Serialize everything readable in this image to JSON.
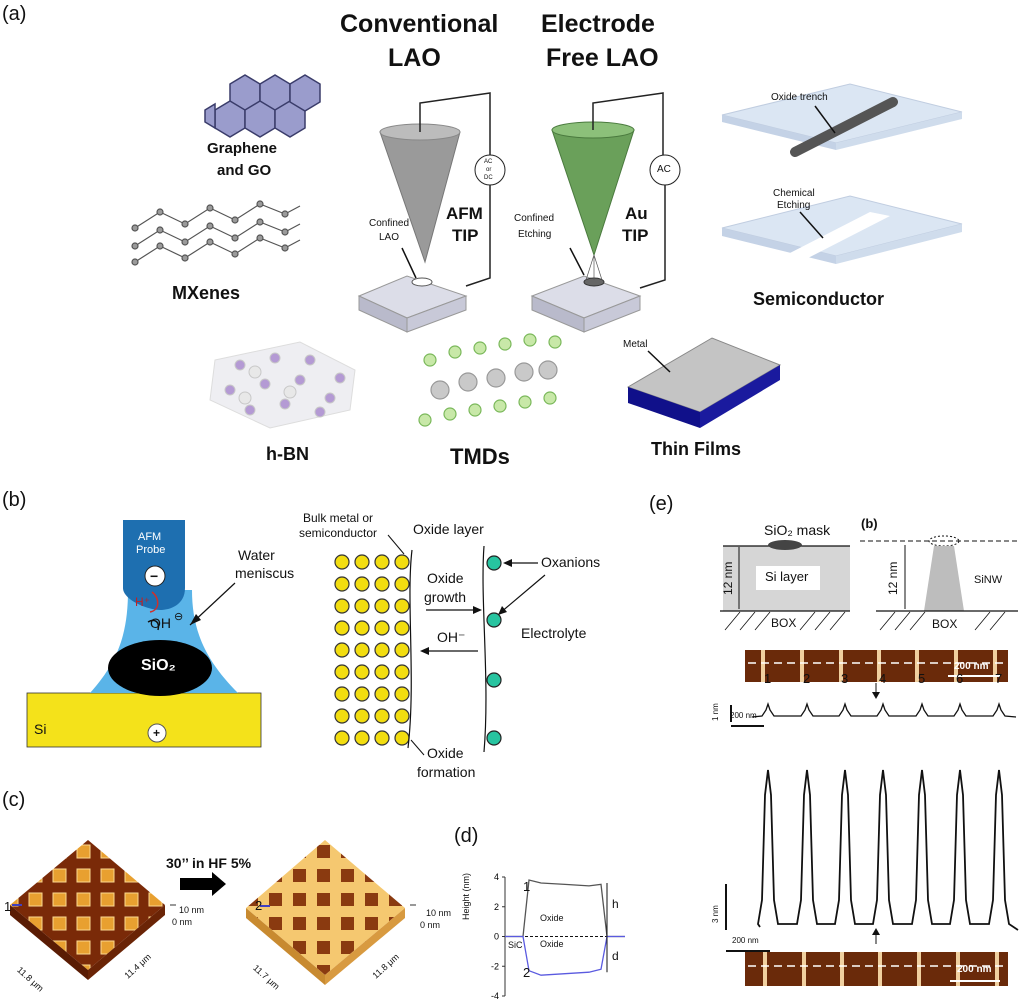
{
  "panels": {
    "a": {
      "letter": "(a)",
      "conventional_title_1": "Conventional",
      "conventional_title_2": "LAO",
      "electrode_title_1": "Electrode",
      "electrode_title_2": "Free LAO",
      "graphene_1": "Graphene",
      "graphene_2": "and GO",
      "mxenes": "MXenes",
      "hbn": "h-BN",
      "tmds": "TMDs",
      "thin_films": "Thin Films",
      "metal": "Metal",
      "semiconductor": "Semiconductor",
      "oxide_trench": "Oxide trench",
      "chemical_1": "Chemical",
      "chemical_2": "Etching",
      "confined_lao_1": "Confined",
      "confined_lao_2": "LAO",
      "afm_tip_1": "AFM",
      "afm_tip_2": "TIP",
      "confined_etch_1": "Confined",
      "confined_etch_2": "Etching",
      "au_tip_1": "Au",
      "au_tip_2": "TIP",
      "acdc_1": "AC",
      "acdc_2": "or",
      "acdc_3": "DC",
      "ac": "AC"
    },
    "b": {
      "letter": "(b)",
      "afm_1": "AFM",
      "afm_2": "Probe",
      "minus": "−",
      "water_1": "Water",
      "water_2": "meniscus",
      "h_plus": "H⁺",
      "oh": "OH",
      "oh_charge": "⊖",
      "sio2": "SiO₂",
      "si": "Si",
      "plus": "+",
      "bulk_1": "Bulk metal or",
      "bulk_2": "semiconductor",
      "oxide_layer": "Oxide layer",
      "oxanions": "Oxanions",
      "oxide_growth_1": "Oxide",
      "oxide_growth_2": "growth",
      "electrolyte": "Electrolyte",
      "oh_minus": "OH⁻",
      "oxide_formation_1": "Oxide",
      "oxide_formation_2": "formation"
    },
    "c": {
      "letter": "(c)",
      "treatment": "30’’ in HF 5%",
      "left_z_top": "10 nm",
      "left_z_bottom": "0 nm",
      "left_x": "11.8 μm",
      "left_y": "11.4 μm",
      "left_marker": "1",
      "right_z_top": "10 nm",
      "right_z_bottom": "0 nm",
      "right_x": "11.7 μm",
      "right_y": "11.8 μm",
      "right_marker": "2"
    },
    "d": {
      "letter": "(d)",
      "ylabel": "Height (nm)",
      "label_1": "1",
      "label_2": "2",
      "oxide_top": "Oxide",
      "oxide_bottom": "Oxide",
      "sic": "SiC",
      "h": "h",
      "d": "d"
    },
    "e": {
      "letter": "(e)",
      "inner_b": "(b)",
      "sio2_mask": "SiO₂ mask",
      "si_layer": "Si layer",
      "nm12_left": "12 nm",
      "nm12_right": "12 nm",
      "box_left": "BOX",
      "box_right": "BOX",
      "sinw": "SiNW",
      "scale_top": "200 nm",
      "scale_bottom": "200 nm",
      "profile_ylabel": "1 nm",
      "profile_xlabel": "200 nm",
      "peaks": [
        "1",
        "2",
        "3",
        "4",
        "5",
        "6",
        "7"
      ],
      "big_ylabel": "3 nm",
      "big_xlabel": "200 nm"
    }
  },
  "chart_data": {
    "type": "line",
    "ylabel": "Height (nm)",
    "ylim": [
      -4,
      4
    ],
    "yticks": [
      -4,
      -2,
      0,
      2,
      4
    ],
    "series": [
      {
        "name": "1",
        "x": [
          0,
          0.15,
          0.2,
          0.3,
          0.5,
          0.7,
          0.8,
          0.85,
          1.0
        ],
        "values": [
          0,
          0,
          3.8,
          3.6,
          3.5,
          3.4,
          3.5,
          0,
          0
        ]
      },
      {
        "name": "2",
        "x": [
          0,
          0.15,
          0.2,
          0.3,
          0.5,
          0.7,
          0.8,
          0.85,
          1.0
        ],
        "values": [
          0,
          0,
          -2.3,
          -2.6,
          -2.5,
          -2.4,
          -2.2,
          0,
          0
        ]
      }
    ]
  },
  "colors": {
    "afm_tip": "#9a9a9a",
    "au_tip": "#6aa05a",
    "probe_blue": "#1e6fb0",
    "meniscus": "#5ab4e8",
    "si_yellow": "#f4e21a",
    "atom_yellow": "#f2dd10",
    "oxanion": "#27c4a0",
    "afm_orange": "#e8a030",
    "afm_dark": "#7a2a08",
    "series2": "#5a5ae0"
  }
}
